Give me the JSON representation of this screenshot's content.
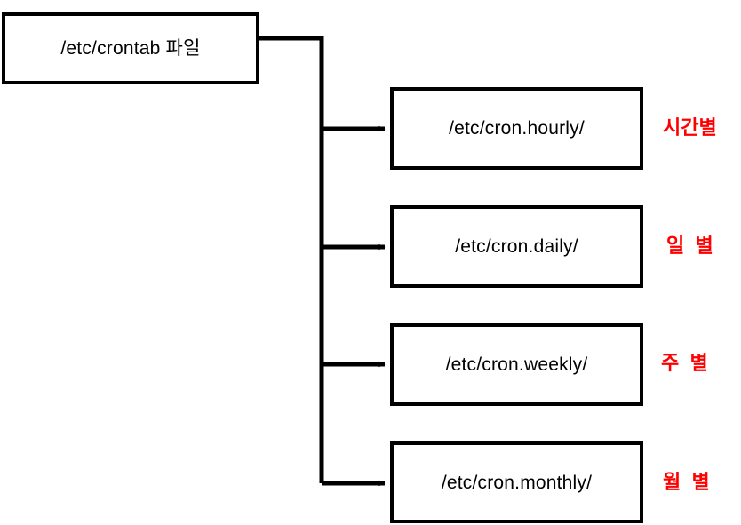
{
  "diagram": {
    "title_node": {
      "id": "crontab-file",
      "label": "/etc/crontab 파일"
    },
    "target_nodes": [
      {
        "id": "cron-hourly",
        "label": "/etc/cron.hourly/",
        "period": "시간별"
      },
      {
        "id": "cron-daily",
        "label": "/etc/cron.daily/",
        "period": "일  별"
      },
      {
        "id": "cron-weekly",
        "label": "/etc/cron.weekly/",
        "period": "주  별"
      },
      {
        "id": "cron-monthly",
        "label": "/etc/cron.monthly/",
        "period": "월  별"
      }
    ],
    "colors": {
      "box_border": "#000000",
      "box_fill": "#ffffff",
      "node_text": "#000000",
      "period_text": "#ff0000",
      "connector": "#000000",
      "background": "#ffffff"
    }
  }
}
